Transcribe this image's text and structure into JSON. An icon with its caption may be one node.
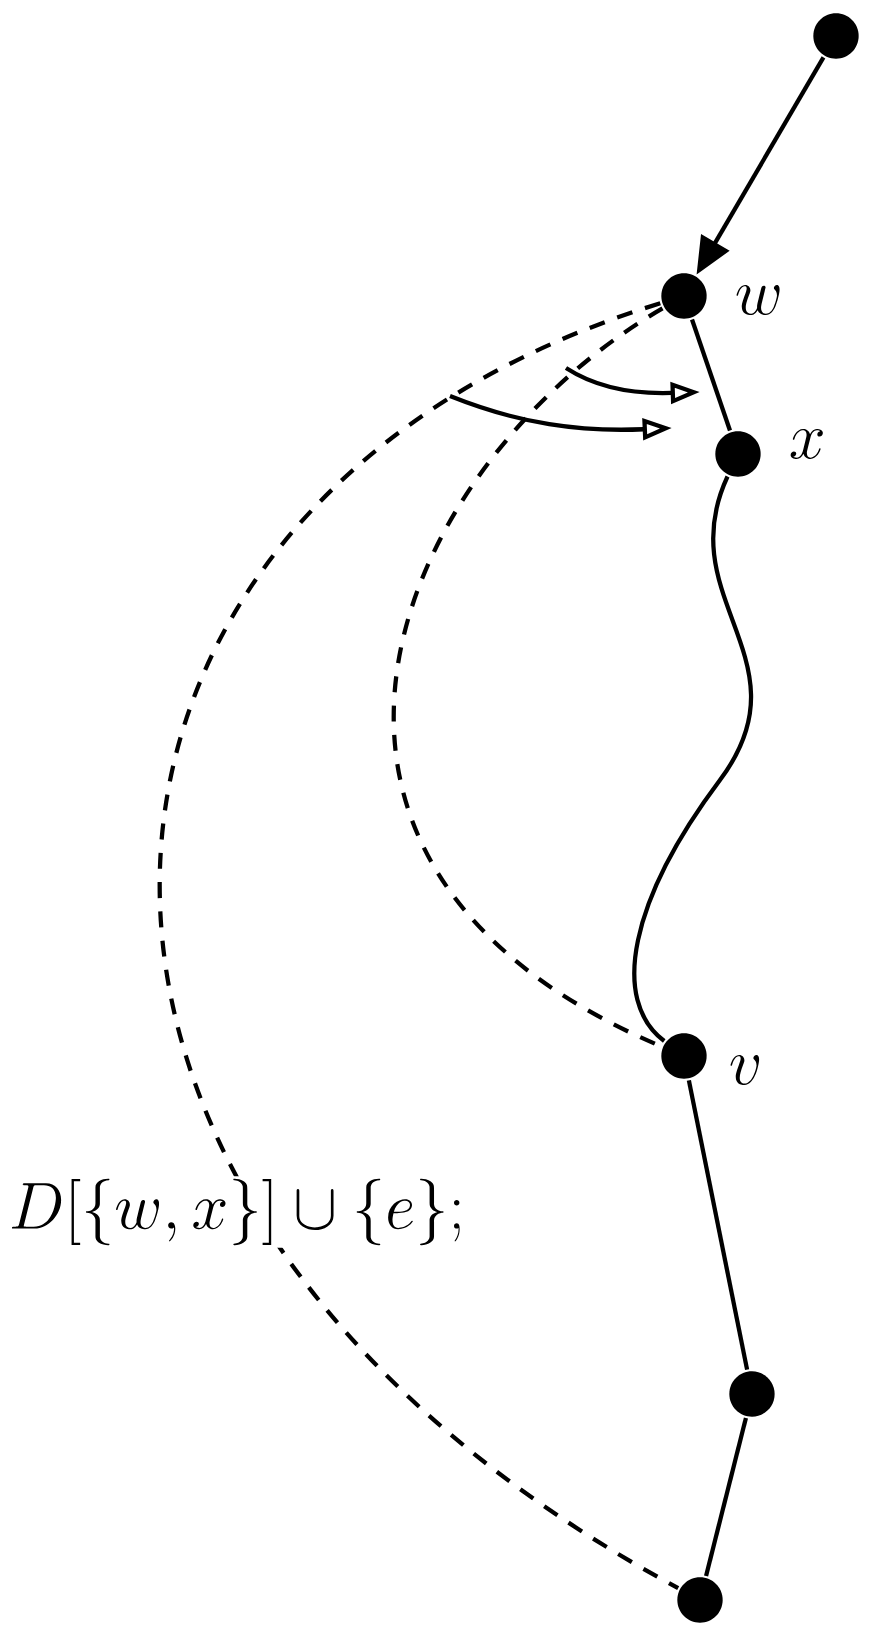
{
  "diagram": {
    "nodes": [
      {
        "text": [],
        "shape": "circle"
      },
      {
        "text": [],
        "shape": "circle",
        "beside": [
          "w"
        ]
      },
      {
        "text": [],
        "shape": "circle",
        "beside": [
          "x"
        ]
      },
      {
        "text": [],
        "shape": "circle",
        "beside": [
          "v"
        ]
      },
      {
        "text": [],
        "shape": "circle"
      },
      {
        "text": [],
        "shape": "circle"
      }
    ],
    "edges": [
      {
        "from": 0,
        "to": 1,
        "arrow": "to"
      },
      {
        "from": 1,
        "to": 2,
        "arrow": "none"
      },
      {
        "from": 2,
        "to": 3,
        "arrow": "none"
      },
      {
        "from": 3,
        "to": 4,
        "arrow": "none"
      },
      {
        "from": 4,
        "to": 5,
        "arrow": "none"
      },
      {
        "from": 1,
        "to": 3,
        "arrow": "none",
        "style": "dashed"
      },
      {
        "from": 1,
        "to": 5,
        "arrow": "none",
        "style": "dashed"
      }
    ],
    "labels": [
      "D[\\{w,x\\}]\\cup\\{e\\};"
    ]
  }
}
